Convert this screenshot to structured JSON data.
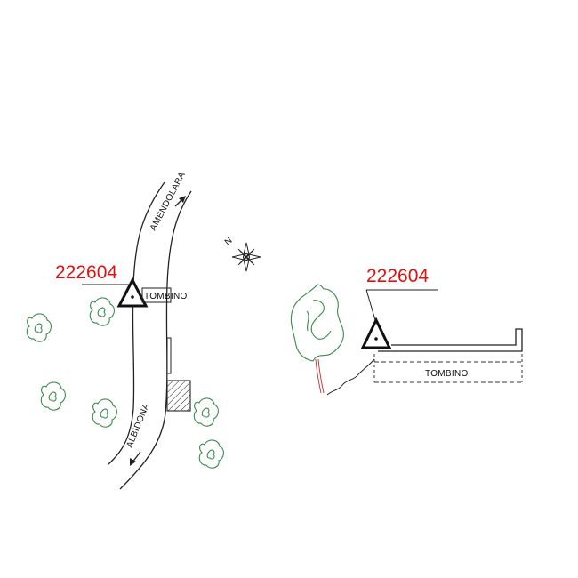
{
  "left_plan": {
    "marker_id": "222604",
    "culvert_label": "TOMBINO",
    "road_north_label": "AMENDOLARA",
    "road_south_label": "ALBIDONA",
    "compass_letter": "N"
  },
  "right_section": {
    "marker_id": "222604",
    "culvert_label": "TOMBINO"
  },
  "colors": {
    "marker_text": "#e01010",
    "vegetation": "#3a8a4a",
    "ink": "#222222"
  }
}
